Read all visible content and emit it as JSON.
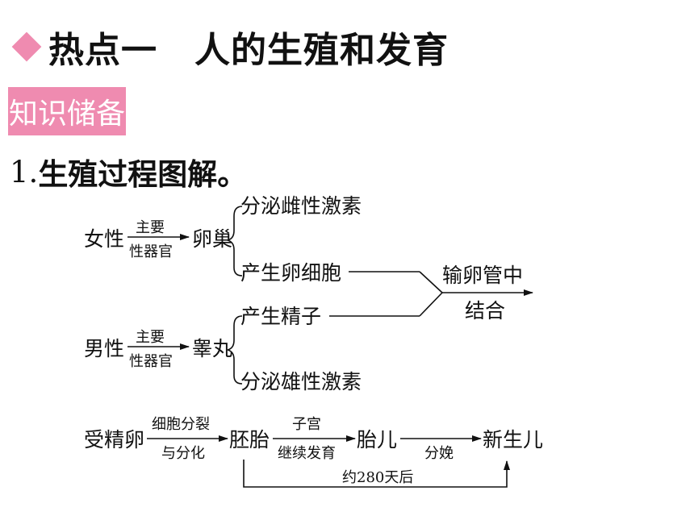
{
  "colors": {
    "accent": "#ef8bb0",
    "line": "#111111"
  },
  "header": {
    "icon": "diamond-icon",
    "title_part1": "热点一",
    "title_part2": "人的生殖和发育",
    "badge": "知识储备"
  },
  "section": {
    "number": "1.",
    "title": "生殖过程图解。"
  },
  "diagram": {
    "female": {
      "label": "女性",
      "arrow_top": "主要",
      "arrow_bottom": "性器官",
      "organ": "卵巢",
      "branch_1": "分泌雌性激素",
      "branch_2": "产生卵细胞"
    },
    "male": {
      "label": "男性",
      "arrow_top": "主要",
      "arrow_bottom": "性器官",
      "organ": "睾丸",
      "branch_1": "产生精子",
      "branch_2": "分泌雄性激素"
    },
    "merge": {
      "line_1": "输卵管中",
      "line_2": "结合"
    },
    "development": {
      "start": "受精卵",
      "step1_top": "细胞分裂",
      "step1_bottom": "与分化",
      "stage1": "胚胎",
      "step2_top": "子宫",
      "step2_bottom": "继续发育",
      "stage2": "胎儿",
      "step3_bottom": "分娩",
      "end": "新生儿",
      "duration": "约280天后"
    }
  }
}
